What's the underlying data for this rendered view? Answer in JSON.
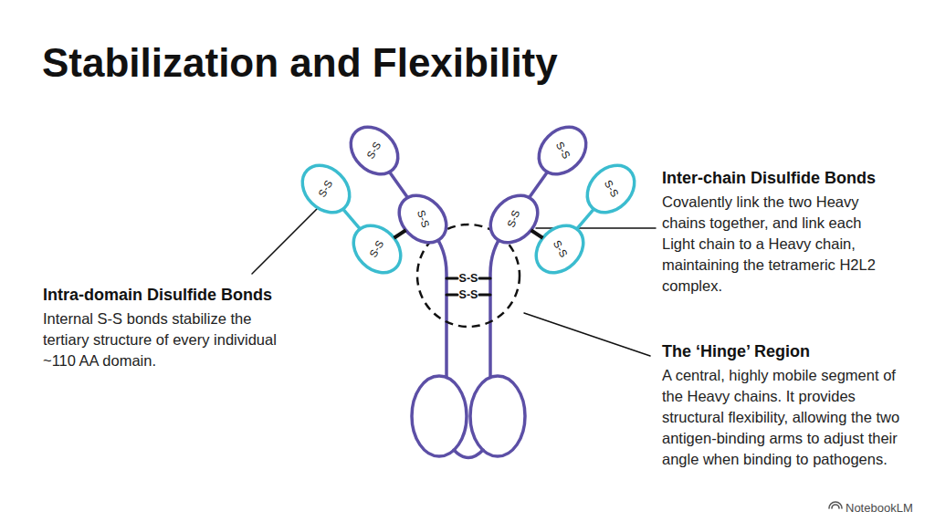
{
  "diagram": {
    "title": "Stabilization and Flexibility",
    "nodes": [
      {
        "text": [
          "S-S"
        ]
      },
      {
        "text": [
          "S-S"
        ]
      },
      {
        "text": [
          "S-S"
        ]
      },
      {
        "text": [
          "S-S"
        ]
      },
      {
        "text": [
          "S-S"
        ]
      },
      {
        "text": [
          "S-S"
        ]
      },
      {
        "text": [
          "S-S"
        ]
      },
      {
        "text": [
          "S-S"
        ]
      },
      {
        "text": [
          "S-S",
          "S-S"
        ]
      }
    ],
    "edges": [
      {
        "from": 0,
        "to": 2,
        "arrow": "none"
      },
      {
        "from": 1,
        "to": 3,
        "arrow": "none"
      },
      {
        "from": 3,
        "to": 2,
        "arrow": "none"
      },
      {
        "from": 4,
        "to": 6,
        "arrow": "none"
      },
      {
        "from": 5,
        "to": 7,
        "arrow": "none"
      },
      {
        "from": 7,
        "to": 6,
        "arrow": "none"
      }
    ],
    "labels": [
      "Intra-domain Disulfide Bonds",
      "Internal S-S bonds stabilize the tertiary structure of every individual ~110 AA domain.",
      "Inter-chain Disulfide Bonds",
      "Covalently link the two Heavy chains together, and link each Light chain to a Heavy chain, maintaining the tetrameric H2L2 complex.",
      "The ‘Hinge’ Region",
      "A central, highly mobile segment of the Heavy chains. It provides structural flexibility, allowing the two antigen-binding arms to adjust their angle when binding to pathogens.",
      "NotebookLM"
    ]
  }
}
